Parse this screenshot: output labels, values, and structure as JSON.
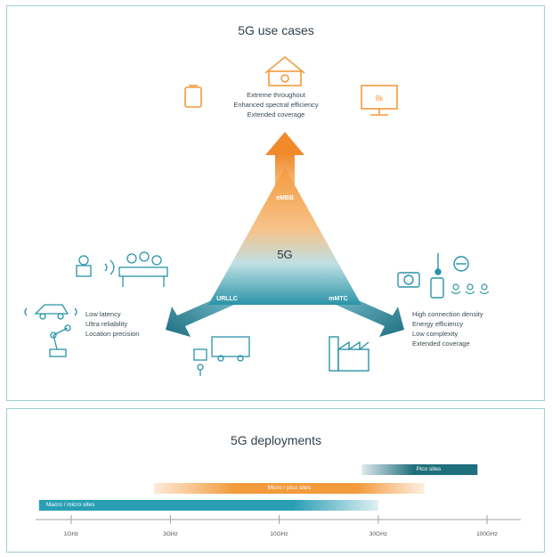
{
  "use_cases": {
    "title": "5G use cases",
    "center_label": "5G",
    "embb": {
      "label": "eMBB",
      "lines": [
        "Extreme throughout",
        "Enhanced spectral efficiency",
        "Extended coverage"
      ],
      "icons": [
        "house-with-camera-icon",
        "tablet-icon",
        "8k-monitor-icon"
      ],
      "monitor_text": "8k"
    },
    "urllc": {
      "label": "URLLC",
      "lines": [
        "Low latency",
        "Ultra reliability",
        "Location precision"
      ],
      "icons": [
        "meeting-people-icon",
        "car-icon",
        "robot-arm-icon",
        "vehicles-icon"
      ]
    },
    "mmtc": {
      "label": "mMTC",
      "lines": [
        "High connection density",
        "Energy efficiency",
        "Low complexity",
        "Extended coverage"
      ],
      "icons": [
        "camera-icon",
        "thermometer-icon",
        "meter-icon",
        "phone-icon",
        "sensor-nodes-icon",
        "factory-icon"
      ]
    },
    "colors": {
      "orange": "#f39a3c",
      "teal": "#2a93a8",
      "dark_teal": "#1f6f82"
    }
  },
  "deployments": {
    "title": "5G deployments",
    "bands": [
      {
        "name": "Pico sites",
        "from_ghz": 25,
        "to_ghz": 90,
        "color": "#1f6f7c"
      },
      {
        "name": "Micro / pico sites",
        "from_ghz": 2.5,
        "to_ghz": 50,
        "color": "#f39a3c"
      },
      {
        "name": "Macro / micro sites",
        "from_ghz": 0.7,
        "to_ghz": 30,
        "color": "#2a9fb4"
      }
    ],
    "ticks": [
      "1GHz",
      "3GHz",
      "10GHz",
      "30GHz",
      "100GHz"
    ],
    "tick_values": [
      1,
      3,
      10,
      30,
      100
    ]
  }
}
